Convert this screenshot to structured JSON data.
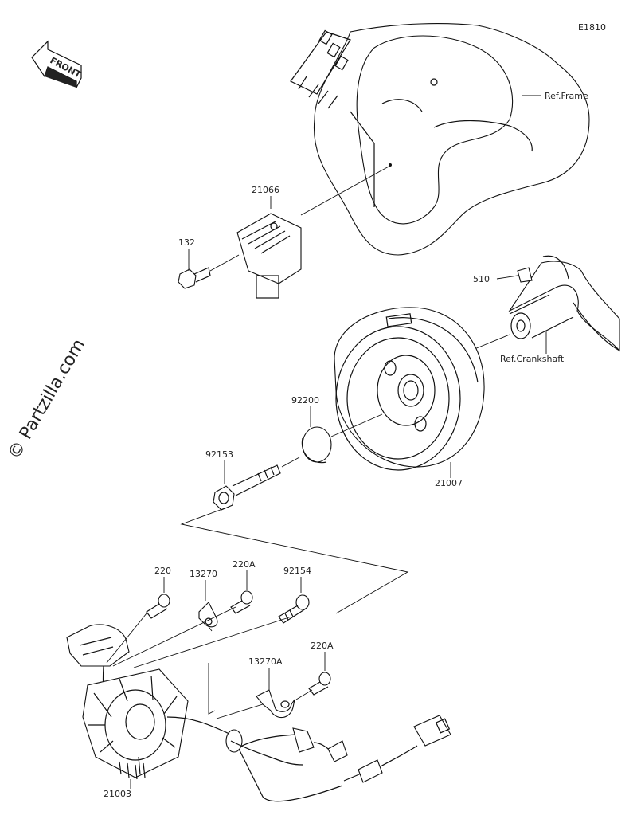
{
  "diagram": {
    "code": "E1810",
    "watermark": "© Partzilla.com",
    "front_arrow": "FRONT",
    "refs": {
      "frame": "Ref.Frame",
      "crankshaft": "Ref.Crankshaft"
    },
    "parts": [
      {
        "id": "p21066",
        "label": "21066"
      },
      {
        "id": "p132",
        "label": "132"
      },
      {
        "id": "p510",
        "label": "510"
      },
      {
        "id": "p92200",
        "label": "92200"
      },
      {
        "id": "p92153",
        "label": "92153"
      },
      {
        "id": "p21007",
        "label": "21007"
      },
      {
        "id": "p220",
        "label": "220"
      },
      {
        "id": "p13270",
        "label": "13270"
      },
      {
        "id": "p220A1",
        "label": "220A"
      },
      {
        "id": "p92154",
        "label": "92154"
      },
      {
        "id": "p13270A",
        "label": "13270A"
      },
      {
        "id": "p220A2",
        "label": "220A"
      },
      {
        "id": "p21003",
        "label": "21003"
      }
    ]
  }
}
